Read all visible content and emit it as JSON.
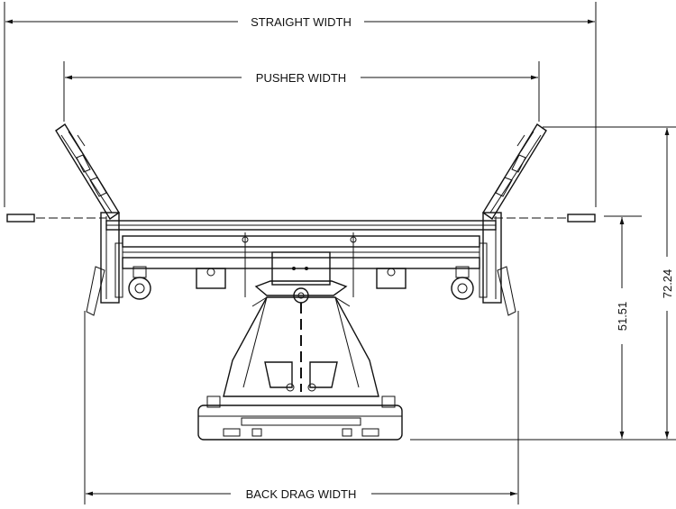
{
  "dimensions": {
    "straight_width": "STRAIGHT WIDTH",
    "pusher_width": "PUSHER WIDTH",
    "back_drag_width": "BACK DRAG WIDTH",
    "height_short": "51.51",
    "height_tall": "72.24"
  }
}
